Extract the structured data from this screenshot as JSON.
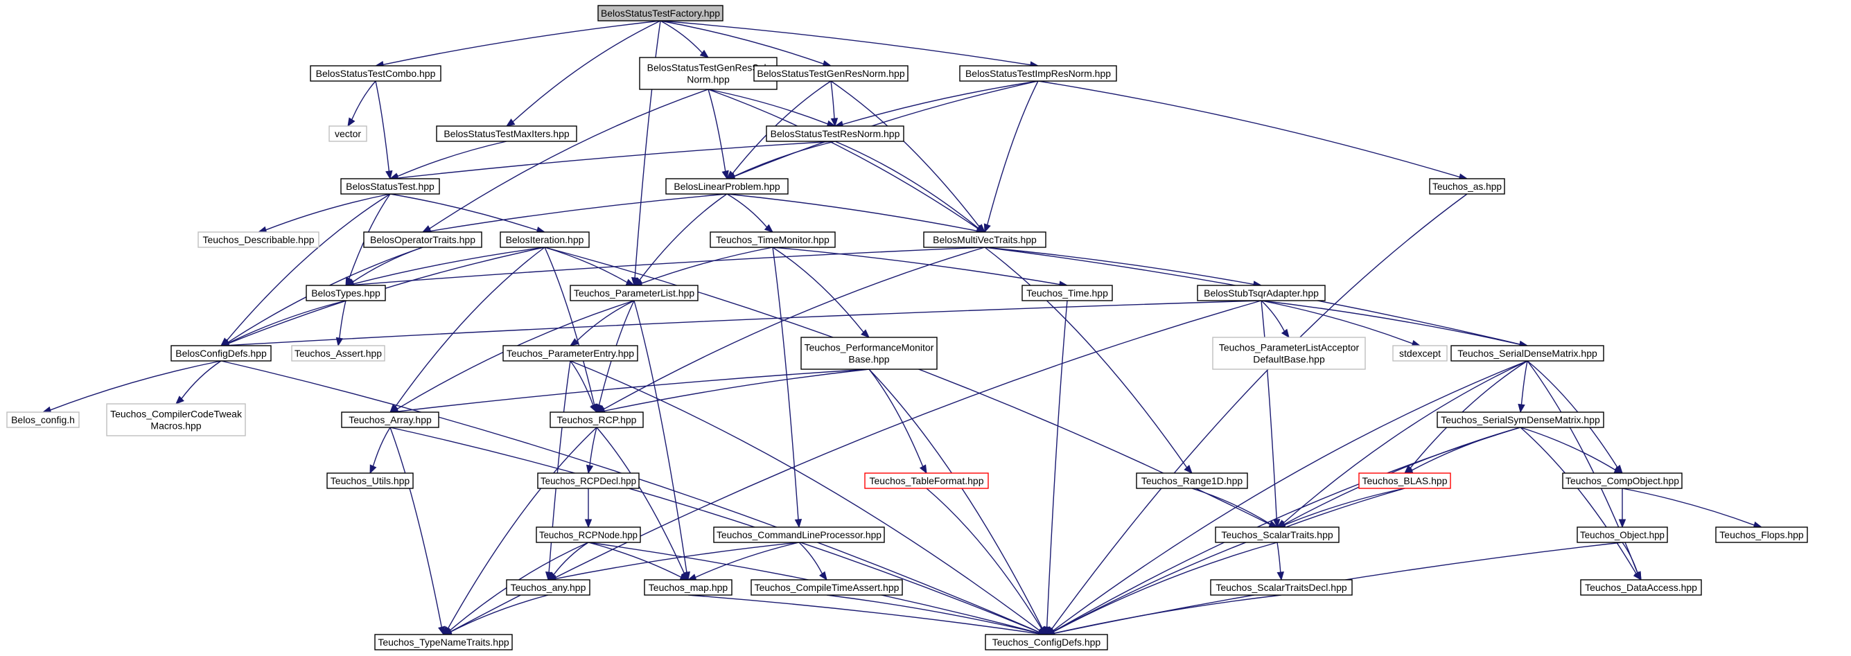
{
  "diagram": {
    "type": "include-dependency-graph",
    "nodes": [
      {
        "id": "root",
        "label": [
          "BelosStatusTestFactory.hpp"
        ],
        "kind": "root"
      },
      {
        "id": "combo",
        "label": [
          "BelosStatusTestCombo.hpp"
        ],
        "kind": "normal"
      },
      {
        "id": "genressub",
        "label": [
          "BelosStatusTestGenResSub",
          "Norm.hpp"
        ],
        "kind": "normal"
      },
      {
        "id": "genres",
        "label": [
          "BelosStatusTestGenResNorm.hpp"
        ],
        "kind": "normal"
      },
      {
        "id": "impres",
        "label": [
          "BelosStatusTestImpResNorm.hpp"
        ],
        "kind": "normal"
      },
      {
        "id": "vector",
        "label": [
          "vector"
        ],
        "kind": "external"
      },
      {
        "id": "maxiters",
        "label": [
          "BelosStatusTestMaxIters.hpp"
        ],
        "kind": "normal"
      },
      {
        "id": "resnorm",
        "label": [
          "BelosStatusTestResNorm.hpp"
        ],
        "kind": "normal"
      },
      {
        "id": "statustest",
        "label": [
          "BelosStatusTest.hpp"
        ],
        "kind": "normal"
      },
      {
        "id": "linprob",
        "label": [
          "BelosLinearProblem.hpp"
        ],
        "kind": "normal"
      },
      {
        "id": "as",
        "label": [
          "Teuchos_as.hpp"
        ],
        "kind": "normal"
      },
      {
        "id": "describable",
        "label": [
          "Teuchos_Describable.hpp"
        ],
        "kind": "external"
      },
      {
        "id": "optraits",
        "label": [
          "BelosOperatorTraits.hpp"
        ],
        "kind": "normal"
      },
      {
        "id": "iteration",
        "label": [
          "BelosIteration.hpp"
        ],
        "kind": "normal"
      },
      {
        "id": "timemon",
        "label": [
          "Teuchos_TimeMonitor.hpp"
        ],
        "kind": "normal"
      },
      {
        "id": "mvtraits",
        "label": [
          "BelosMultiVecTraits.hpp"
        ],
        "kind": "normal"
      },
      {
        "id": "types",
        "label": [
          "BelosTypes.hpp"
        ],
        "kind": "normal"
      },
      {
        "id": "paramlist",
        "label": [
          "Teuchos_ParameterList.hpp"
        ],
        "kind": "normal"
      },
      {
        "id": "time",
        "label": [
          "Teuchos_Time.hpp"
        ],
        "kind": "normal"
      },
      {
        "id": "stubtsqr",
        "label": [
          "BelosStubTsqrAdapter.hpp"
        ],
        "kind": "normal"
      },
      {
        "id": "configdefs",
        "label": [
          "BelosConfigDefs.hpp"
        ],
        "kind": "normal"
      },
      {
        "id": "assert",
        "label": [
          "Teuchos_Assert.hpp"
        ],
        "kind": "external"
      },
      {
        "id": "paramentry",
        "label": [
          "Teuchos_ParameterEntry.hpp"
        ],
        "kind": "normal"
      },
      {
        "id": "perfmon",
        "label": [
          "Teuchos_PerformanceMonitor",
          "Base.hpp"
        ],
        "kind": "normal"
      },
      {
        "id": "placcept",
        "label": [
          "Teuchos_ParameterListAcceptor",
          "DefaultBase.hpp"
        ],
        "kind": "external"
      },
      {
        "id": "stdexcept",
        "label": [
          "stdexcept"
        ],
        "kind": "external"
      },
      {
        "id": "serialdense",
        "label": [
          "Teuchos_SerialDenseMatrix.hpp"
        ],
        "kind": "normal"
      },
      {
        "id": "belosconfig",
        "label": [
          "Belos_config.h"
        ],
        "kind": "external"
      },
      {
        "id": "cctweak",
        "label": [
          "Teuchos_CompilerCodeTweak",
          "Macros.hpp"
        ],
        "kind": "external"
      },
      {
        "id": "array",
        "label": [
          "Teuchos_Array.hpp"
        ],
        "kind": "normal"
      },
      {
        "id": "rcp",
        "label": [
          "Teuchos_RCP.hpp"
        ],
        "kind": "normal"
      },
      {
        "id": "serialsym",
        "label": [
          "Teuchos_SerialSymDenseMatrix.hpp"
        ],
        "kind": "normal"
      },
      {
        "id": "utils",
        "label": [
          "Teuchos_Utils.hpp"
        ],
        "kind": "normal"
      },
      {
        "id": "rcpdecl",
        "label": [
          "Teuchos_RCPDecl.hpp"
        ],
        "kind": "normal"
      },
      {
        "id": "tableformat",
        "label": [
          "Teuchos_TableFormat.hpp"
        ],
        "kind": "red"
      },
      {
        "id": "range1d",
        "label": [
          "Teuchos_Range1D.hpp"
        ],
        "kind": "normal"
      },
      {
        "id": "blas",
        "label": [
          "Teuchos_BLAS.hpp"
        ],
        "kind": "red"
      },
      {
        "id": "compobject",
        "label": [
          "Teuchos_CompObject.hpp"
        ],
        "kind": "normal"
      },
      {
        "id": "rcpnode",
        "label": [
          "Teuchos_RCPNode.hpp"
        ],
        "kind": "normal"
      },
      {
        "id": "cmdline",
        "label": [
          "Teuchos_CommandLineProcessor.hpp"
        ],
        "kind": "normal"
      },
      {
        "id": "scalartraits",
        "label": [
          "Teuchos_ScalarTraits.hpp"
        ],
        "kind": "normal"
      },
      {
        "id": "object",
        "label": [
          "Teuchos_Object.hpp"
        ],
        "kind": "normal"
      },
      {
        "id": "flops",
        "label": [
          "Teuchos_Flops.hpp"
        ],
        "kind": "normal"
      },
      {
        "id": "any",
        "label": [
          "Teuchos_any.hpp"
        ],
        "kind": "normal"
      },
      {
        "id": "map",
        "label": [
          "Teuchos_map.hpp"
        ],
        "kind": "normal"
      },
      {
        "id": "ctassert",
        "label": [
          "Teuchos_CompileTimeAssert.hpp"
        ],
        "kind": "normal"
      },
      {
        "id": "stdecl",
        "label": [
          "Teuchos_ScalarTraitsDecl.hpp"
        ],
        "kind": "normal"
      },
      {
        "id": "dataaccess",
        "label": [
          "Teuchos_DataAccess.hpp"
        ],
        "kind": "normal"
      },
      {
        "id": "typename",
        "label": [
          "Teuchos_TypeNameTraits.hpp"
        ],
        "kind": "normal"
      },
      {
        "id": "tconfigdefs",
        "label": [
          "Teuchos_ConfigDefs.hpp"
        ],
        "kind": "normal"
      }
    ],
    "edges": [
      [
        "root",
        "combo"
      ],
      [
        "root",
        "genressub"
      ],
      [
        "root",
        "genres"
      ],
      [
        "root",
        "impres"
      ],
      [
        "root",
        "maxiters"
      ],
      [
        "root",
        "paramlist"
      ],
      [
        "combo",
        "vector"
      ],
      [
        "combo",
        "statustest"
      ],
      [
        "maxiters",
        "statustest"
      ],
      [
        "genressub",
        "resnorm"
      ],
      [
        "genressub",
        "linprob"
      ],
      [
        "genressub",
        "mvtraits"
      ],
      [
        "genressub",
        "optraits"
      ],
      [
        "genres",
        "resnorm"
      ],
      [
        "genres",
        "linprob"
      ],
      [
        "genres",
        "mvtraits"
      ],
      [
        "impres",
        "resnorm"
      ],
      [
        "impres",
        "linprob"
      ],
      [
        "impres",
        "mvtraits"
      ],
      [
        "impres",
        "as"
      ],
      [
        "resnorm",
        "statustest"
      ],
      [
        "resnorm",
        "linprob"
      ],
      [
        "resnorm",
        "mvtraits"
      ],
      [
        "statustest",
        "describable"
      ],
      [
        "statustest",
        "iteration"
      ],
      [
        "statustest",
        "types"
      ],
      [
        "statustest",
        "configdefs"
      ],
      [
        "linprob",
        "optraits"
      ],
      [
        "linprob",
        "timemon"
      ],
      [
        "linprob",
        "mvtraits"
      ],
      [
        "linprob",
        "paramlist"
      ],
      [
        "as",
        "tconfigdefs"
      ],
      [
        "optraits",
        "types"
      ],
      [
        "optraits",
        "configdefs"
      ],
      [
        "iteration",
        "types"
      ],
      [
        "iteration",
        "configdefs"
      ],
      [
        "iteration",
        "paramlist"
      ],
      [
        "iteration",
        "array"
      ],
      [
        "iteration",
        "rcp"
      ],
      [
        "iteration",
        "scalartraits"
      ],
      [
        "timemon",
        "paramlist"
      ],
      [
        "timemon",
        "time"
      ],
      [
        "timemon",
        "perfmon"
      ],
      [
        "timemon",
        "cmdline"
      ],
      [
        "mvtraits",
        "types"
      ],
      [
        "mvtraits",
        "rcp"
      ],
      [
        "mvtraits",
        "stubtsqr"
      ],
      [
        "mvtraits",
        "serialdense"
      ],
      [
        "mvtraits",
        "range1d"
      ],
      [
        "types",
        "configdefs"
      ],
      [
        "types",
        "assert"
      ],
      [
        "paramlist",
        "paramentry"
      ],
      [
        "paramlist",
        "rcp"
      ],
      [
        "paramlist",
        "array"
      ],
      [
        "paramlist",
        "map"
      ],
      [
        "time",
        "tconfigdefs"
      ],
      [
        "stubtsqr",
        "configdefs"
      ],
      [
        "stubtsqr",
        "placcept"
      ],
      [
        "stubtsqr",
        "stdexcept"
      ],
      [
        "stubtsqr",
        "serialdense"
      ],
      [
        "stubtsqr",
        "scalartraits"
      ],
      [
        "stubtsqr",
        "typename"
      ],
      [
        "configdefs",
        "belosconfig"
      ],
      [
        "configdefs",
        "cctweak"
      ],
      [
        "configdefs",
        "tconfigdefs"
      ],
      [
        "paramentry",
        "rcp"
      ],
      [
        "paramentry",
        "any"
      ],
      [
        "paramentry",
        "tconfigdefs"
      ],
      [
        "perfmon",
        "rcp"
      ],
      [
        "perfmon",
        "array"
      ],
      [
        "perfmon",
        "tableformat"
      ],
      [
        "perfmon",
        "tconfigdefs"
      ],
      [
        "serialdense",
        "serialsym"
      ],
      [
        "serialdense",
        "blas"
      ],
      [
        "serialdense",
        "compobject"
      ],
      [
        "serialdense",
        "scalartraits"
      ],
      [
        "serialdense",
        "dataaccess"
      ],
      [
        "serialdense",
        "tconfigdefs"
      ],
      [
        "array",
        "utils"
      ],
      [
        "array",
        "typename"
      ],
      [
        "array",
        "tconfigdefs"
      ],
      [
        "rcp",
        "rcpdecl"
      ],
      [
        "rcp",
        "map"
      ],
      [
        "rcp",
        "typename"
      ],
      [
        "serialsym",
        "blas"
      ],
      [
        "serialsym",
        "compobject"
      ],
      [
        "serialsym",
        "scalartraits"
      ],
      [
        "serialsym",
        "dataaccess"
      ],
      [
        "serialsym",
        "tconfigdefs"
      ],
      [
        "rcpdecl",
        "rcpnode"
      ],
      [
        "tableformat",
        "tconfigdefs"
      ],
      [
        "range1d",
        "scalartraits"
      ],
      [
        "blas",
        "scalartraits"
      ],
      [
        "blas",
        "tconfigdefs"
      ],
      [
        "compobject",
        "object"
      ],
      [
        "compobject",
        "flops"
      ],
      [
        "rcpnode",
        "any"
      ],
      [
        "rcpnode",
        "map"
      ],
      [
        "rcpnode",
        "typename"
      ],
      [
        "rcpnode",
        "tconfigdefs"
      ],
      [
        "cmdline",
        "any"
      ],
      [
        "cmdline",
        "map"
      ],
      [
        "cmdline",
        "ctassert"
      ],
      [
        "scalartraits",
        "stdecl"
      ],
      [
        "scalartraits",
        "tconfigdefs"
      ],
      [
        "object",
        "dataaccess"
      ],
      [
        "object",
        "tconfigdefs"
      ],
      [
        "any",
        "typename"
      ],
      [
        "map",
        "tconfigdefs"
      ],
      [
        "ctassert",
        "tconfigdefs"
      ],
      [
        "stdecl",
        "tconfigdefs"
      ]
    ]
  }
}
